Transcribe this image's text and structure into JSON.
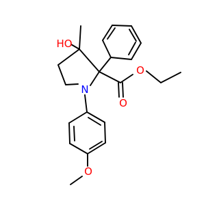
{
  "diagram": {
    "kind": "chemical-structure",
    "atom_labels": {
      "hydroxyl": "HO",
      "ring_nitrogen": "N",
      "carbonyl_oxygen": "O",
      "ester_oxygen": "O",
      "methoxy_oxygen": "O"
    },
    "colors": {
      "bond": "#000000",
      "oxygen": "#ff0000",
      "nitrogen": "#0000ff",
      "background": "#ffffff"
    }
  }
}
